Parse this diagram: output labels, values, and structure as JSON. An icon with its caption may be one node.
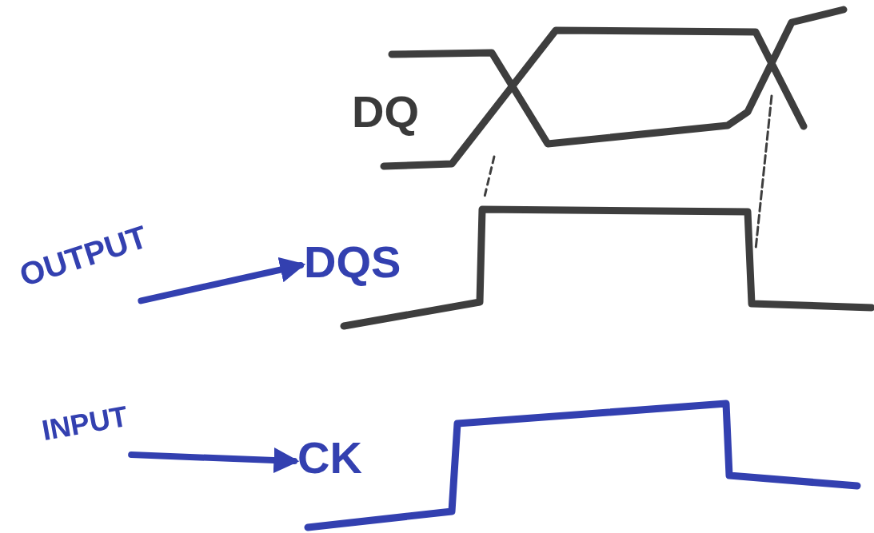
{
  "diagram": {
    "nodes": [
      {
        "text": [
          "OUTPUT"
        ]
      },
      {
        "text": [
          "DQS"
        ]
      },
      {
        "text": [
          "INPUT"
        ]
      },
      {
        "text": [
          "CK"
        ]
      }
    ],
    "edges": [
      {
        "from": 0,
        "to": 1,
        "arrow": "to"
      },
      {
        "from": 2,
        "to": 3,
        "arrow": "to"
      }
    ],
    "labels": [
      "DQ"
    ]
  }
}
